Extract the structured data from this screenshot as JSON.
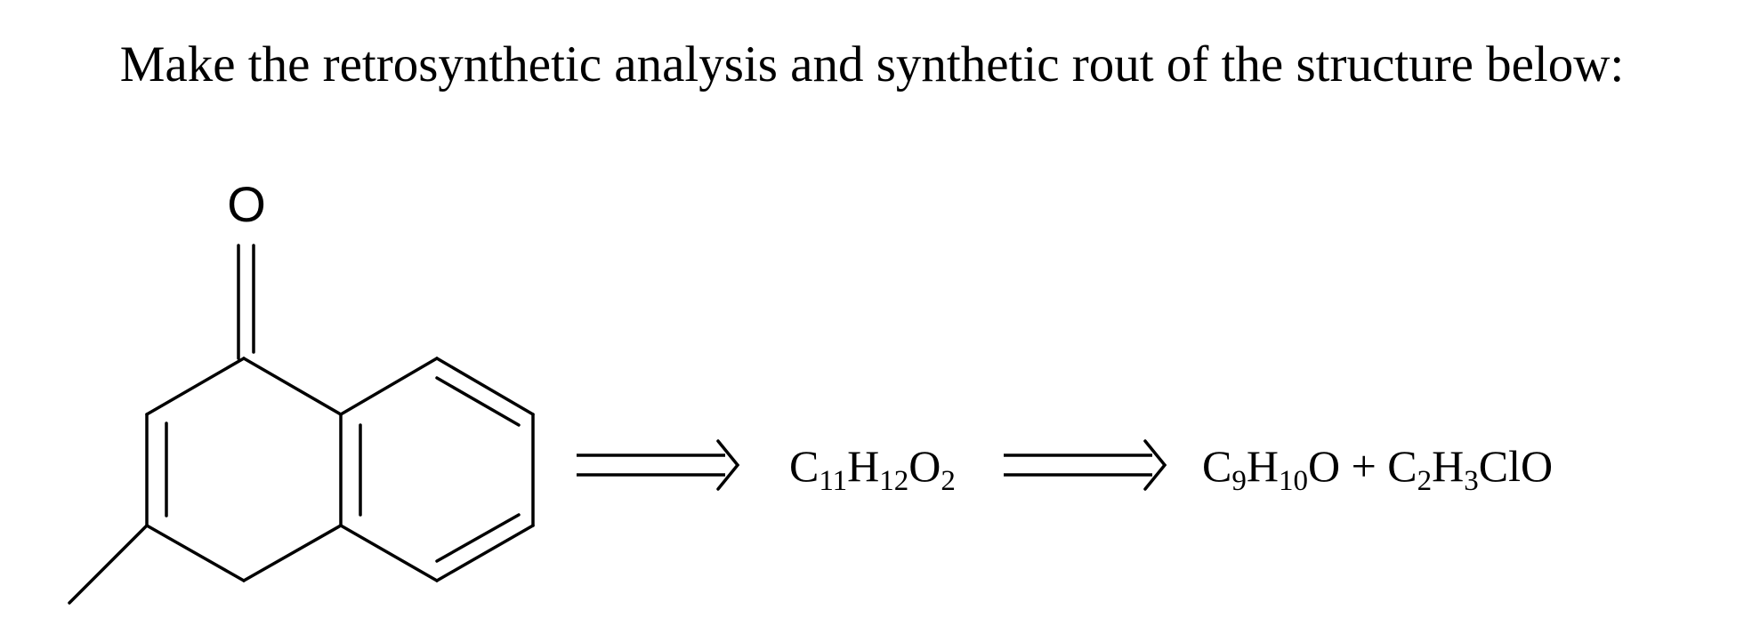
{
  "question": {
    "text": "Make the retrosynthetic analysis and synthetic rout of the structure below:"
  },
  "scheme": {
    "target_molecule": {
      "atom_labels": [
        "O"
      ]
    },
    "steps": [
      {
        "arrow": "retrosynthetic-arrow",
        "formula": [
          {
            "text": "C"
          },
          {
            "text": "11",
            "sub": true
          },
          {
            "text": "H"
          },
          {
            "text": "12",
            "sub": true
          },
          {
            "text": "O"
          },
          {
            "text": "2",
            "sub": true
          }
        ]
      },
      {
        "arrow": "retrosynthetic-arrow",
        "formula": [
          {
            "text": "C"
          },
          {
            "text": "9",
            "sub": true
          },
          {
            "text": "H"
          },
          {
            "text": "10",
            "sub": true
          },
          {
            "text": "O + C"
          },
          {
            "text": "2",
            "sub": true
          },
          {
            "text": "H"
          },
          {
            "text": "3",
            "sub": true
          },
          {
            "text": "ClO"
          }
        ]
      }
    ]
  }
}
